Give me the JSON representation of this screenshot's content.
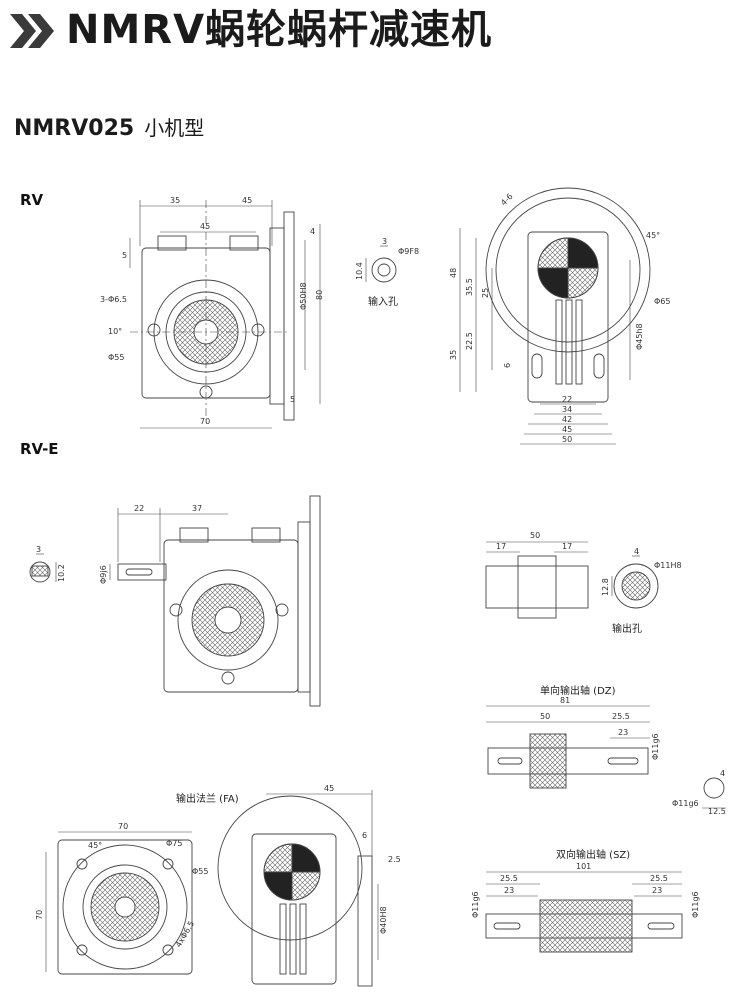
{
  "header": {
    "title": "NMRV蜗轮蜗杆减速机",
    "subtitle": "NMRV025",
    "subtitle_cn": "小机型"
  },
  "sections": {
    "rv": "RV",
    "rve": "RV-E"
  },
  "captions": {
    "input_hole": "输入孔",
    "output_hole": "输出孔",
    "output_flange": "输出法兰 (FA)",
    "single_shaft": "单向输出轴 (DZ)",
    "double_shaft": "双向输出轴 (SZ)"
  },
  "dims": {
    "rv_front": [
      "35",
      "45",
      "45",
      "5",
      "3-Φ6.5",
      "10°",
      "Φ55",
      "70",
      "4",
      "Φ50H8",
      "80",
      "5"
    ],
    "rv_input": [
      "3",
      "Φ9F8",
      "10.4"
    ],
    "rv_side": [
      "4-6",
      "45°",
      "48",
      "35.5",
      "25",
      "Φ65",
      "Φ45h8",
      "22.5",
      "35",
      "6",
      "22",
      "34",
      "42",
      "45",
      "50"
    ],
    "rve_key": [
      "3",
      "10.2"
    ],
    "rve_front": [
      "22",
      "37",
      "Φ9j6"
    ],
    "rve_output_hole": [
      "50",
      "17",
      "17",
      "4",
      "Φ11H8",
      "12.8"
    ],
    "dz": [
      "81",
      "50",
      "25.5",
      "23",
      "Φ11g6",
      "Φ11g6",
      "12.5",
      "4"
    ],
    "fa_front": [
      "70",
      "45°",
      "Φ75",
      "Φ55",
      "70",
      "4xΦ6.5"
    ],
    "fa_side": [
      "45",
      "6",
      "2.5",
      "Φ40H8"
    ],
    "sz": [
      "101",
      "25.5",
      "25.5",
      "23",
      "23",
      "Φ11g6",
      "Φ11g6"
    ]
  }
}
